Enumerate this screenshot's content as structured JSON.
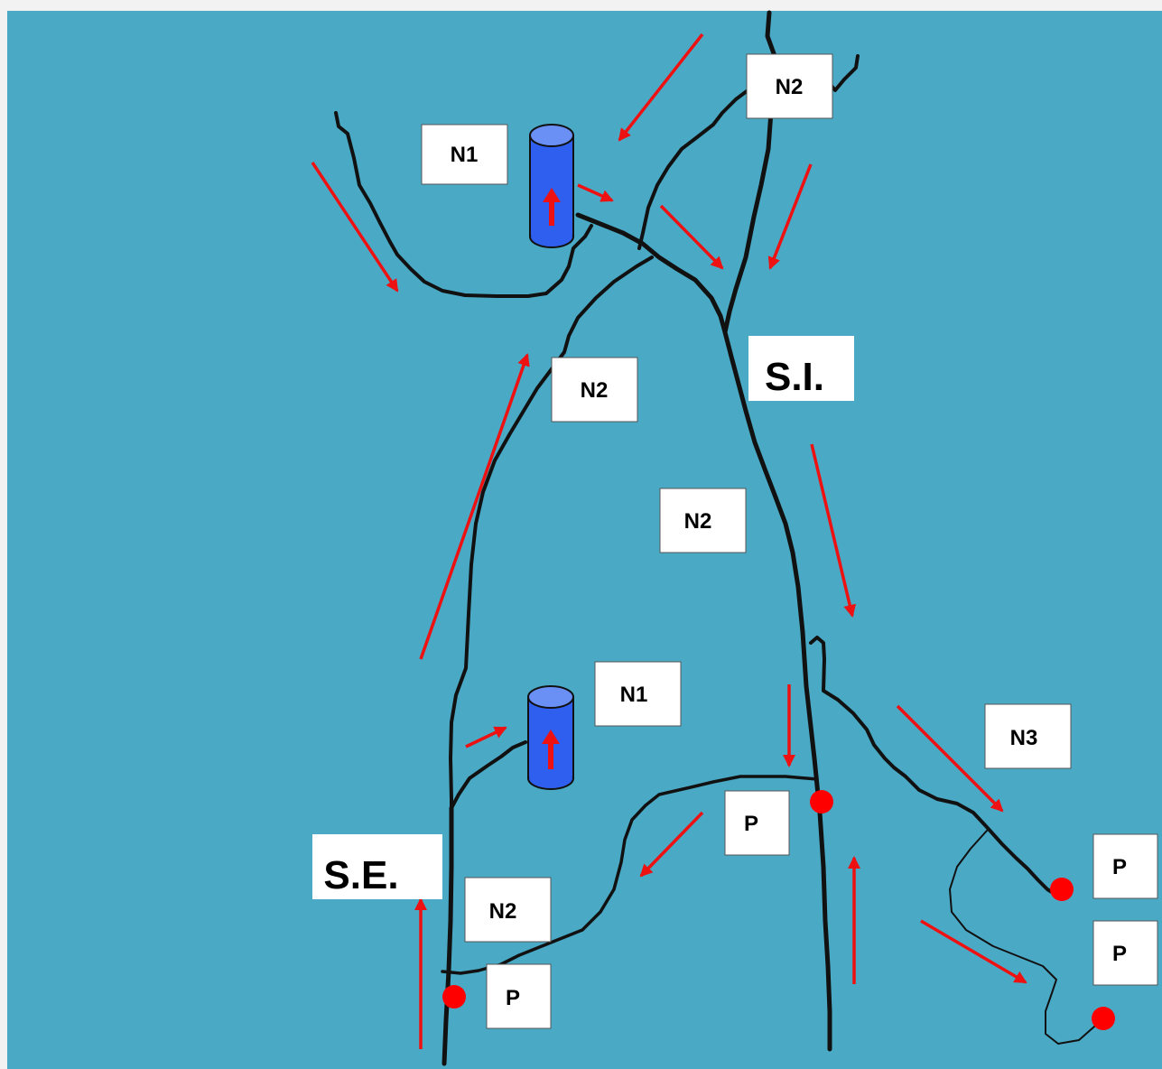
{
  "colors": {
    "background": "#4aa9c5",
    "frame": "#f2f2f2",
    "river": "#111111",
    "arrow": "#ee1111",
    "well": "#2f5fee",
    "well_top": "#6a8ff5",
    "point": "#ff0000"
  },
  "labels": {
    "n1_top": "N1",
    "n2_top_right": "N2",
    "n2_upper": "N2",
    "si": "S.I.",
    "n2_middle": "N2",
    "n1_bottom": "N1",
    "n3": "N3",
    "p_middle": "P",
    "se": "S.E.",
    "n2_lower": "N2",
    "p_bottom": "P",
    "p_right_upper": "P",
    "p_right_lower": "P"
  },
  "icons": {
    "well": "cylinder-icon",
    "flow": "arrow-icon",
    "point": "dot-icon"
  }
}
